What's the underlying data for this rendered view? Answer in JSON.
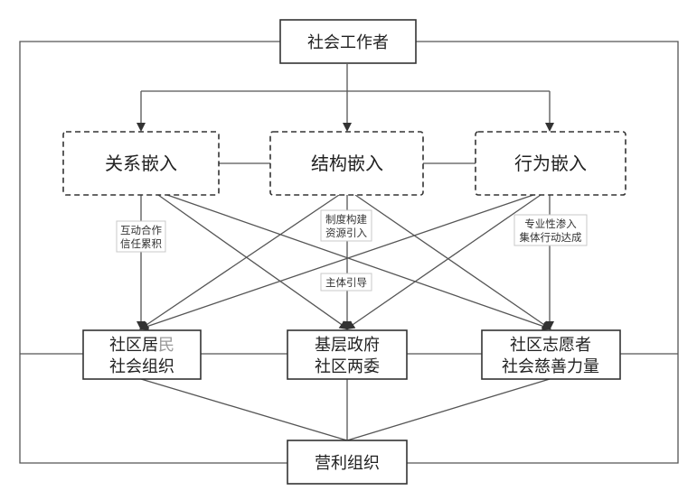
{
  "top": {
    "label": "社会工作者"
  },
  "embeds": [
    {
      "label": "关系嵌入"
    },
    {
      "label": "结构嵌入"
    },
    {
      "label": "行为嵌入"
    }
  ],
  "annotations": {
    "left": [
      "互动合作",
      "信任累积"
    ],
    "middle": [
      "制度构建",
      "资源引入"
    ],
    "middle_lower": [
      "主体引导"
    ],
    "right": [
      "专业性渗入",
      "集体行动达成"
    ]
  },
  "actors": [
    {
      "line1_main": "社区居",
      "line1_tail": "民",
      "line2": "社会组织"
    },
    {
      "line1_main": "基层政府",
      "line1_tail": "",
      "line2": "社区两委"
    },
    {
      "line1_main": "社区志愿者",
      "line1_tail": "",
      "line2": "社会慈善力量"
    }
  ],
  "bottom": {
    "label": "营利组织"
  }
}
